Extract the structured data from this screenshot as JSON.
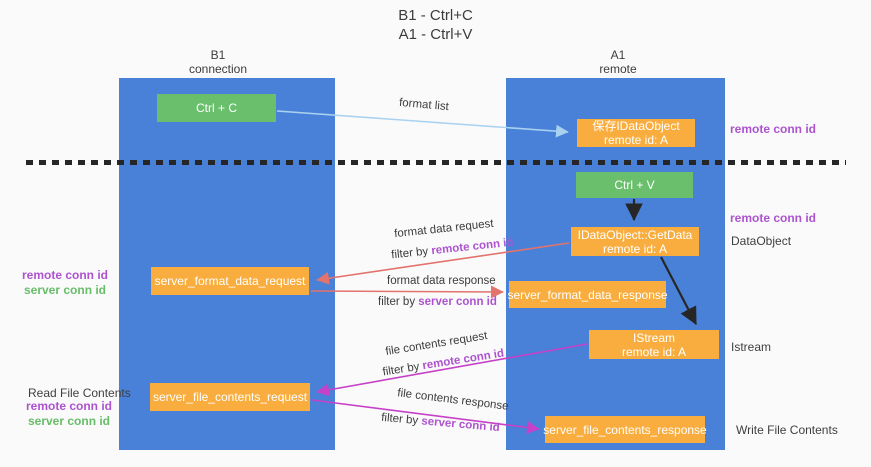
{
  "title": {
    "line1": "B1 - Ctrl+C",
    "line2": "A1 - Ctrl+V"
  },
  "lifelines": {
    "left": {
      "name": "B1",
      "subtitle": "connection"
    },
    "right": {
      "name": "A1",
      "subtitle": "remote"
    }
  },
  "nodes": {
    "ctrl_c": "Ctrl + C",
    "ctrl_v": "Ctrl + V",
    "save_idataobject": {
      "line1": "保存IDataObject",
      "line2": "remote id: A"
    },
    "getdata": {
      "line1": "IDataObject::GetData",
      "line2": "remote id: A"
    },
    "istream": {
      "line1": "IStream",
      "line2": "remote id: A"
    },
    "server_format_data_request": "server_format_data_request",
    "server_format_data_response": "server_format_data_response",
    "server_file_contents_request": "server_file_contents_request",
    "server_file_contents_response": "server_file_contents_response"
  },
  "side_labels": {
    "remote_conn_id_top_right": "remote conn id",
    "remote_conn_id_mid_right": "remote conn id",
    "dataobject": "DataObject",
    "istream": "Istream",
    "write_file_contents": "Write File Contents",
    "read_file_contents": "Read File Contents",
    "remote_conn_id_left_1": "remote conn id",
    "server_conn_id_left_1": "server conn id",
    "remote_conn_id_left_2": "remote conn id",
    "server_conn_id_left_2": "server conn id"
  },
  "arrows": {
    "format_list": "format list",
    "format_data_request": {
      "title": "format data request",
      "filter_prefix": "filter by ",
      "filter_key": "remote conn id"
    },
    "format_data_response": {
      "title": "format data response",
      "filter_prefix": "filter by ",
      "filter_key": "server conn id"
    },
    "file_contents_request": {
      "title": "file contents request",
      "filter_prefix": "filter by ",
      "filter_key": "remote conn id"
    },
    "file_contents_response": {
      "title": "file contents response",
      "filter_prefix": "filter by ",
      "filter_key": "server conn id"
    }
  },
  "colors": {
    "lifeline_blue": "#4a81d8",
    "node_green": "#6abf6d",
    "node_orange": "#f8ad3e",
    "arrow_light_blue": "#a9d2f0",
    "arrow_red": "#e2736d",
    "arrow_magenta": "#c640c8",
    "arrow_black": "#262626",
    "text_purple": "#ad53cf",
    "text_green": "#67bd68",
    "text_dark": "#3f3f3f",
    "background": "#fafafa"
  }
}
